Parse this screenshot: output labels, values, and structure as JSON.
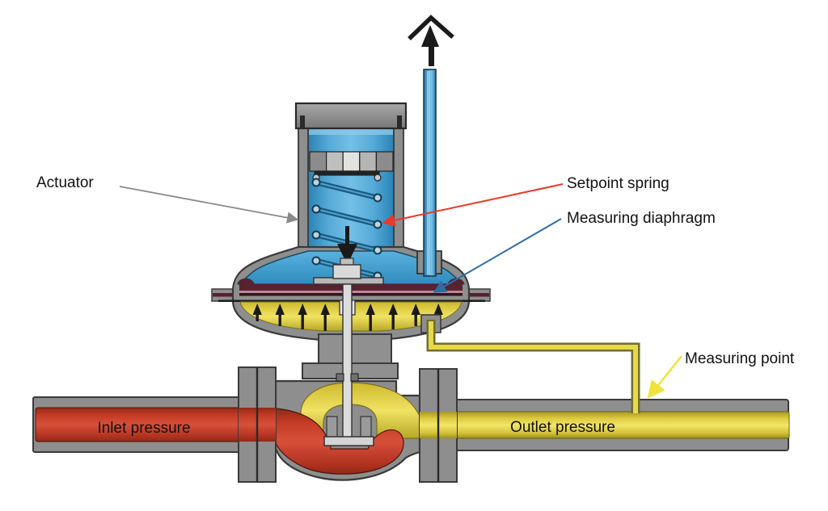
{
  "diagram": {
    "figure_type": "pressure-regulator-cross-section",
    "labels": {
      "actuator": "Actuator",
      "setpoint_spring": "Setpoint spring",
      "measuring_diaphragm": "Measuring diaphragm",
      "measuring_point": "Measuring point",
      "inlet_pressure": "Inlet pressure",
      "outlet_pressure": "Outlet pressure"
    },
    "icons": {
      "vent": "up-arrow-with-chevron",
      "spring_force": "down-arrow",
      "outlet_feedback": "up-arrows-row"
    },
    "colors": {
      "background": "#ffffff",
      "metal_gray": "#8e8e8e",
      "outline_dark": "#3a3a3a",
      "actuator_blue": "#3fa0d2",
      "spring_blue_dark": "#17577e",
      "inlet_red": "#c93a24",
      "outlet_yellow": "#e8d44a",
      "diaphragm_maroon": "#5a2130",
      "leader_actuator_gray": "#8a8a8a",
      "leader_setpoint_red": "#e8392b",
      "leader_diaphragm_blue": "#2e6da4",
      "leader_measuring_yellow": "#efe23a",
      "flow_arrow_black": "#1a1a1a",
      "label_text": "#111111"
    }
  }
}
